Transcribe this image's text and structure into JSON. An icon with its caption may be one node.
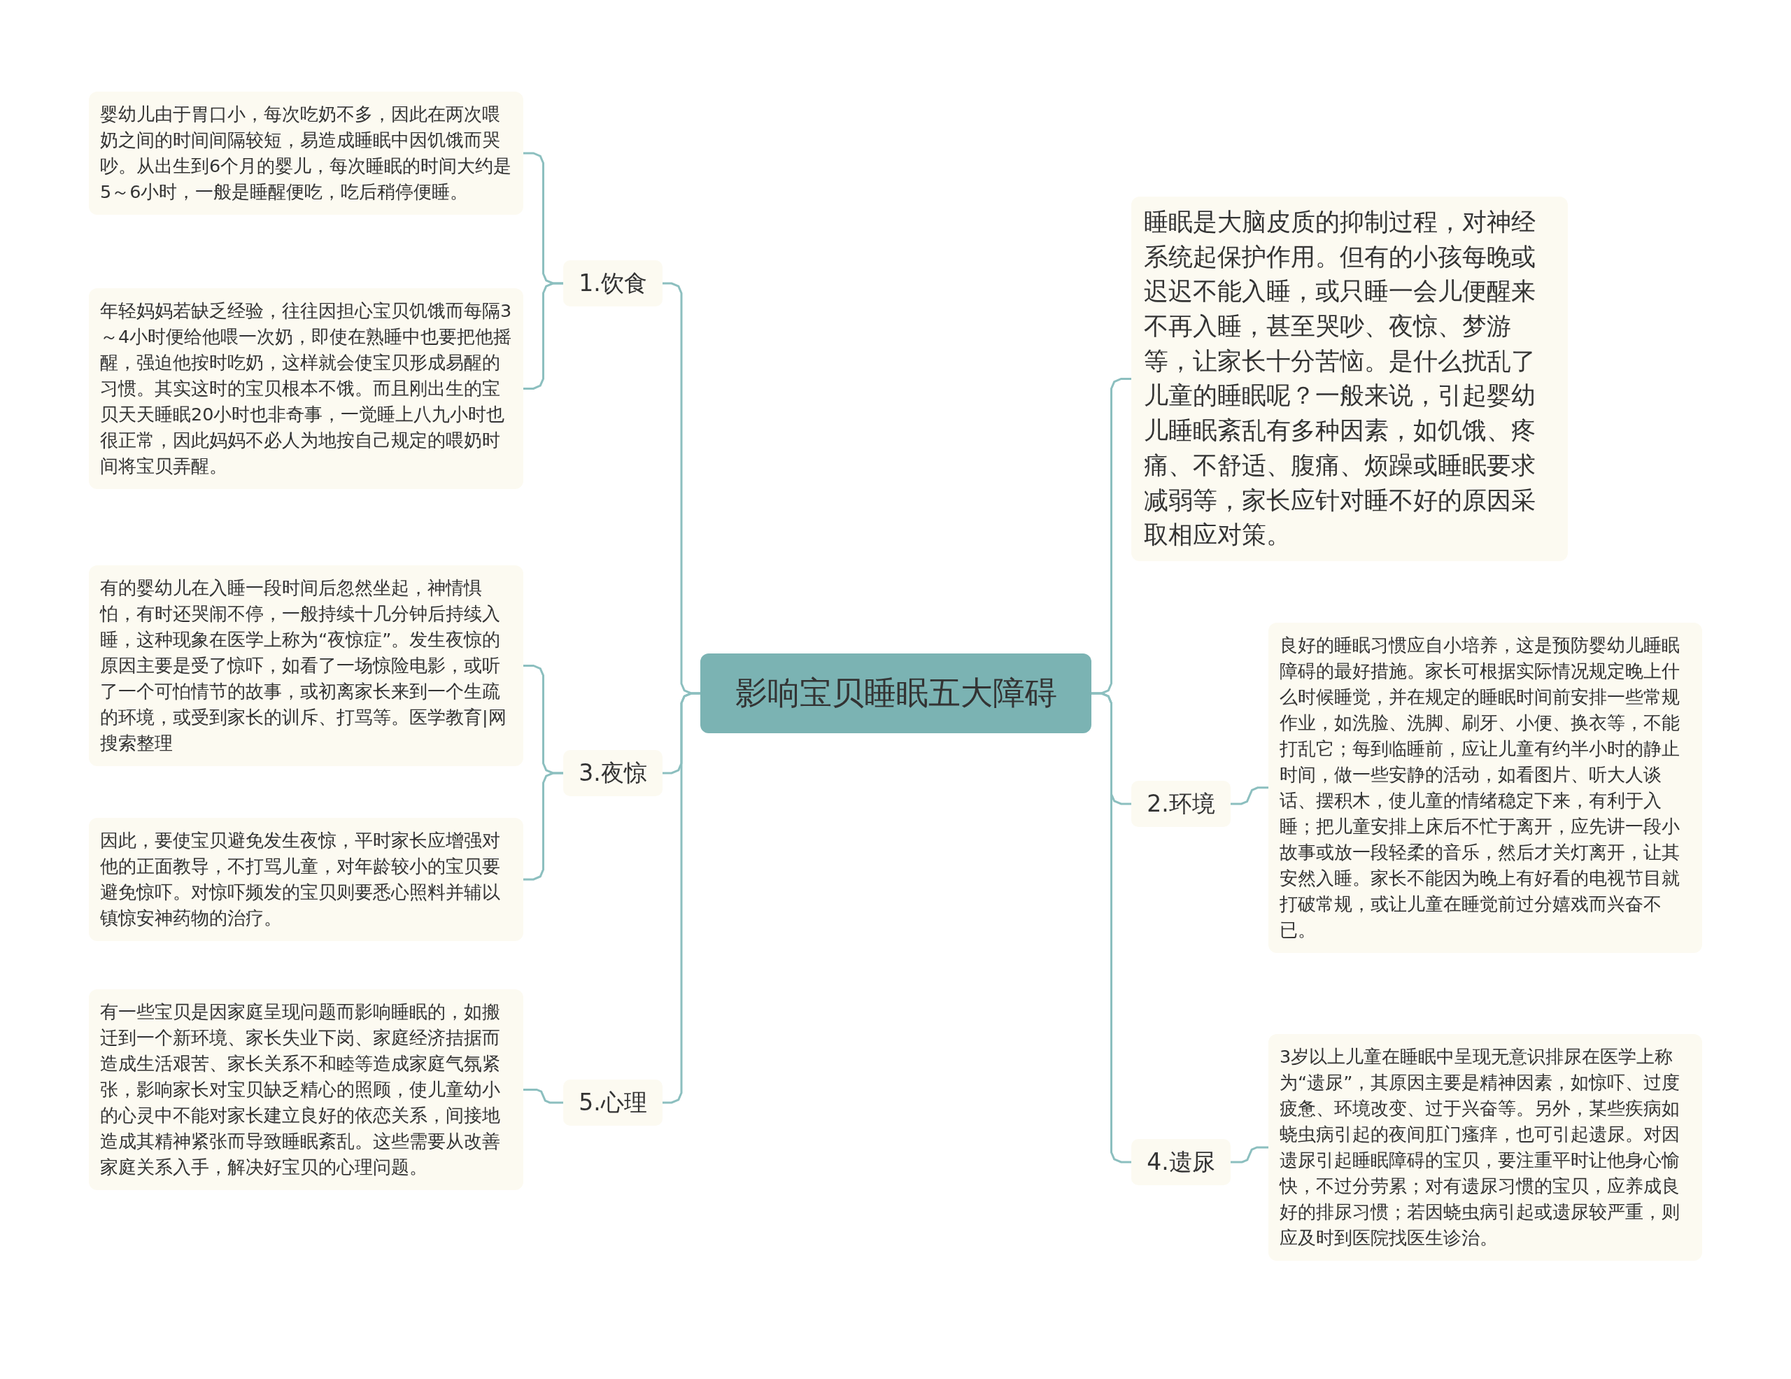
{
  "diagram": {
    "nodes": [
      {
        "text": [
          "影响宝贝睡眠五大障碍"
        ]
      },
      {
        "text": [
          "1.饮食"
        ]
      },
      {
        "text": [
          "婴幼儿由于胃口小，每次吃奶不多，因此在两次喂奶之间的时间间隔较短，易造成睡眠中因饥饿而哭吵。从出生到6个月的婴儿，每次睡眠的时间大约是5～6小时，一般是睡醒便吃，吃后稍停便睡。"
        ]
      },
      {
        "text": [
          "年轻妈妈若缺乏经验，往往因担心宝贝饥饿而每隔3～4小时便给他喂一次奶，即使在熟睡中也要把他摇醒，强迫他按时吃奶，这样就会使宝贝形成易醒的习惯。其实这时的宝贝根本不饿。而且刚出生的宝贝天天睡眠20小时也非奇事，一觉睡上八九小时也很正常，因此妈妈不必人为地按自己规定的喂奶时间将宝贝弄醒。"
        ]
      },
      {
        "text": [
          "3.夜惊"
        ]
      },
      {
        "text": [
          "有的婴幼儿在入睡一段时间后忽然坐起，神情惧怕，有时还哭闹不停，一般持续十几分钟后持续入睡，这种现象在医学上称为“夜惊症”。发生夜惊的原因主要是受了惊吓，如看了一场惊险电影，或听了一个可怕情节的故事，或初离家长来到一个生疏的环境，或受到家长的训斥、打骂等。医学教育|网搜索整理"
        ]
      },
      {
        "text": [
          "因此，要使宝贝避免发生夜惊，平时家长应增强对他的正面教导，不打骂儿童，对年龄较小的宝贝要避免惊吓。对惊吓频发的宝贝则要悉心照料并辅以镇惊安神药物的治疗。"
        ]
      },
      {
        "text": [
          "5.心理"
        ]
      },
      {
        "text": [
          "有一些宝贝是因家庭呈现问题而影响睡眠的，如搬迁到一个新环境、家长失业下岗、家庭经济拮据而造成生活艰苦、家长关系不和睦等造成家庭气氛紧张，影响家长对宝贝缺乏精心的照顾，使儿童幼小的心灵中不能对家长建立良好的依恋关系，间接地造成其精神紧张而导致睡眠紊乱。这些需要从改善家庭关系入手，解决好宝贝的心理问题。"
        ]
      },
      {
        "text": [
          "睡眠是大脑皮质的抑制过程，对神经系统起保护作用。但有的小孩每晚或迟迟不能入睡，或只睡一会儿便醒来不再入睡，甚至哭吵、夜惊、梦游等，让家长十分苦恼。是什么扰乱了儿童的睡眠呢？一般来说，引起婴幼儿睡眠紊乱有多种因素，如饥饿、疼痛、不舒适、腹痛、烦躁或睡眠要求减弱等，家长应针对睡不好的原因采取相应对策。"
        ]
      },
      {
        "text": [
          "2.环境"
        ]
      },
      {
        "text": [
          "良好的睡眠习惯应自小培养，这是预防婴幼儿睡眠障碍的最好措施。家长可根据实际情况规定晚上什么时候睡觉，并在规定的睡眠时间前安排一些常规作业，如洗脸、洗脚、刷牙、小便、换衣等，不能打乱它；每到临睡前，应让儿童有约半小时的静止时间，做一些安静的活动，如看图片、听大人谈话、摆积木，使儿童的情绪稳定下来，有利于入睡；把儿童安排上床后不忙于离开，应先讲一段小故事或放一段轻柔的音乐，然后才关灯离开，让其安然入睡。家长不能因为晚上有好看的电视节目就打破常规，或让儿童在睡觉前过分嬉戏而兴奋不已。"
        ]
      },
      {
        "text": [
          "4.遗尿"
        ]
      },
      {
        "text": [
          "3岁以上儿童在睡眠中呈现无意识排尿在医学上称为“遗尿”，其原因主要是精神因素，如惊吓、过度疲惫、环境改变、过于兴奋等。另外，某些疾病如蛲虫病引起的夜间肛门瘙痒，也可引起遗尿。对因遗尿引起睡眠障碍的宝贝，要注重平时让他身心愉快，不过分劳累；对有遗尿习惯的宝贝，应养成良好的排尿习惯；若因蛲虫病引起或遗尿较严重，则应及时到医院找医生诊治。"
        ]
      }
    ],
    "edges": [
      {
        "from": 0,
        "to": 1,
        "arrow": "none"
      },
      {
        "from": 1,
        "to": 2,
        "arrow": "none"
      },
      {
        "from": 1,
        "to": 3,
        "arrow": "none"
      },
      {
        "from": 0,
        "to": 4,
        "arrow": "none"
      },
      {
        "from": 4,
        "to": 5,
        "arrow": "none"
      },
      {
        "from": 4,
        "to": 6,
        "arrow": "none"
      },
      {
        "from": 0,
        "to": 7,
        "arrow": "none"
      },
      {
        "from": 7,
        "to": 8,
        "arrow": "none"
      },
      {
        "from": 0,
        "to": 9,
        "arrow": "none"
      },
      {
        "from": 0,
        "to": 10,
        "arrow": "none"
      },
      {
        "from": 10,
        "to": 11,
        "arrow": "none"
      },
      {
        "from": 0,
        "to": 12,
        "arrow": "none"
      },
      {
        "from": 12,
        "to": 13,
        "arrow": "none"
      }
    ]
  }
}
